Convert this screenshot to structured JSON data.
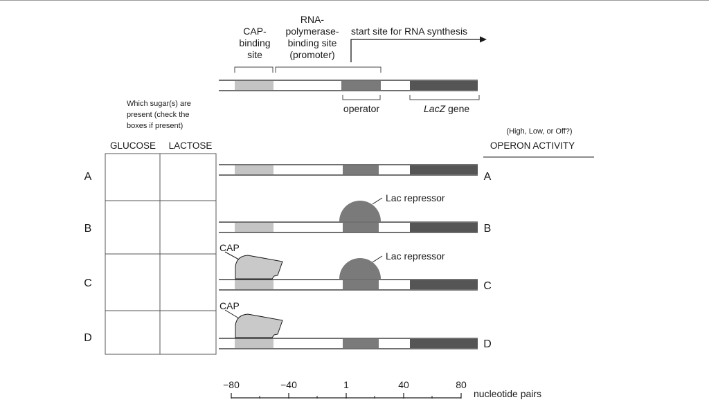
{
  "top_labels": {
    "cap_site": [
      "CAP-",
      "binding",
      "site"
    ],
    "rna_pol_site": [
      "RNA-",
      "polymerase-",
      "binding site",
      "(promoter)"
    ],
    "start_site": "start site for RNA synthesis",
    "operator": "operator",
    "lacz_italic": "LacZ",
    "lacz_rest": " gene"
  },
  "sugar_question": [
    "Which sugar(s) are",
    "present (check the",
    "boxes if present)"
  ],
  "columns": {
    "glucose": "GLUCOSE",
    "lactose": "LACTOSE"
  },
  "operon_hint": "(High, Low, or Off?)",
  "operon_header": "OPERON ACTIVITY",
  "rows": [
    {
      "letter": "A",
      "cap": false,
      "repressor": false
    },
    {
      "letter": "B",
      "cap": false,
      "repressor": true
    },
    {
      "letter": "C",
      "cap": true,
      "repressor": true
    },
    {
      "letter": "D",
      "cap": true,
      "repressor": false
    }
  ],
  "cap_label": "CAP",
  "repressor_label": "Lac repressor",
  "scale": {
    "ticks": [
      "−80",
      "−40",
      "1",
      "40",
      "80"
    ],
    "unit": "nucleotide pairs"
  },
  "colors": {
    "cap_site": "#c4c4c4",
    "operator": "#7a7a7a",
    "lacz": "#555555",
    "cap_protein": "#c9c9c9",
    "repressor": "#7a7a7a"
  }
}
